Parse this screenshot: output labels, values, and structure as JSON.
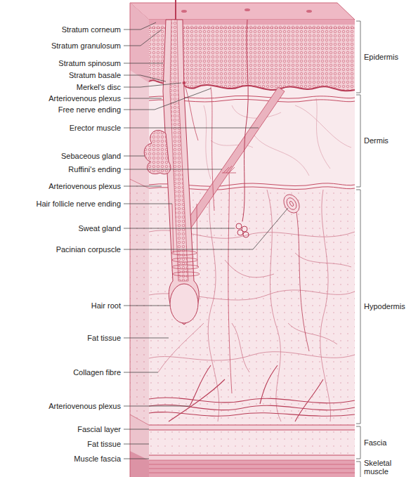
{
  "diagram": {
    "labels": [
      "Stratum corneum",
      "Stratum granulosum",
      "Stratum spinosum",
      "Stratum basale",
      "Merkel's disc",
      "Arteriovenous plexus",
      "Free nerve ending",
      "Erector muscle",
      "Sebaceous gland",
      "Ruffini's ending",
      "Arteriovenous plexus",
      "Hair follicle nerve ending",
      "Sweat gland",
      "Pacinian corpuscle",
      "Hair root",
      "Fat tissue",
      "Collagen fibre",
      "Arteriovenous plexus",
      "Fascial layer",
      "Fat tissue",
      "Muscle fascia",
      "Epidermis",
      "Dermis",
      "Hypodermis",
      "Fascia",
      "Skeletal muscle"
    ]
  }
}
